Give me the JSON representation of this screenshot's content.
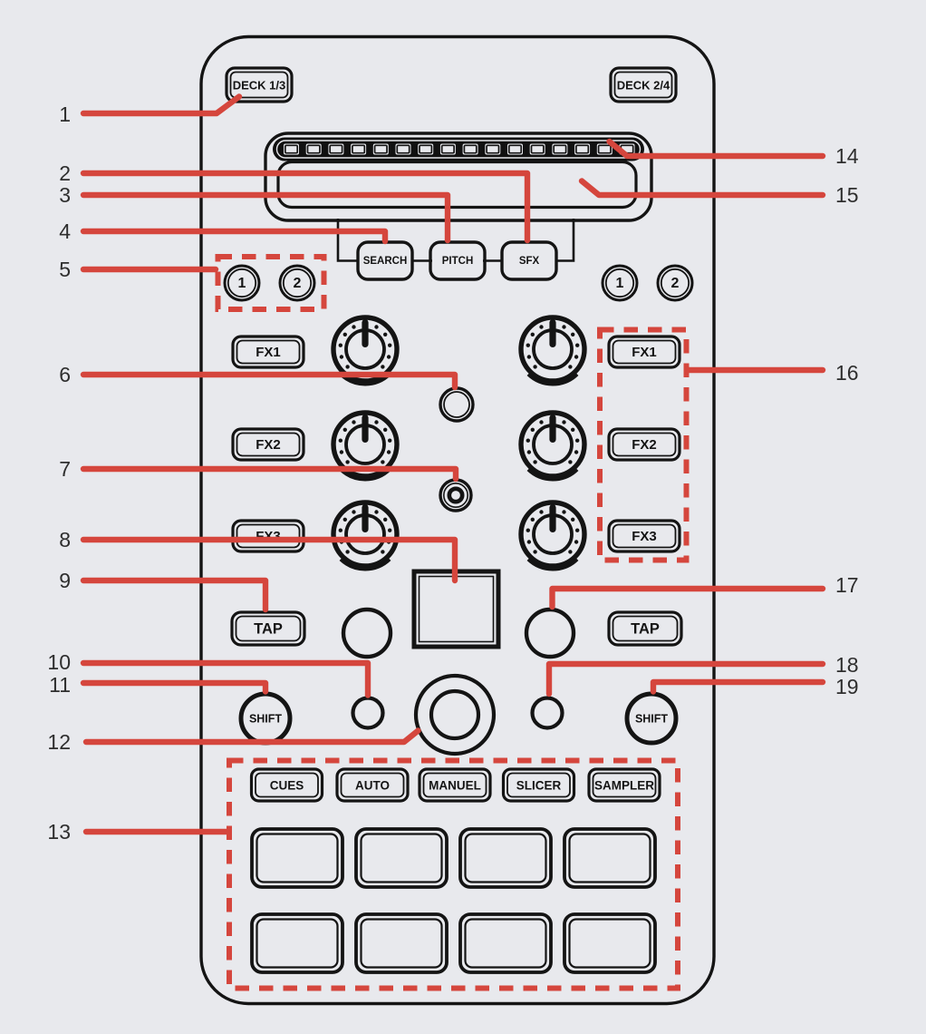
{
  "colors": {
    "background": "#e8e9ed",
    "outline": "#141414",
    "callout_red": "#d5463d",
    "label_text": "#2e2e2e"
  },
  "device": {
    "decks": {
      "left": "DECK 1/3",
      "right": "DECK 2/4"
    },
    "strip_buttons": {
      "search": "SEARCH",
      "pitch": "PITCH",
      "sfx": "SFX"
    },
    "fx_buttons": [
      "FX1",
      "FX2",
      "FX3"
    ],
    "number_buttons": [
      "1",
      "2"
    ],
    "tap_label": "TAP",
    "shift_label": "SHIFT",
    "pad_mode_buttons": [
      "CUES",
      "AUTO",
      "MANUEL",
      "SLICER",
      "SAMPLER"
    ],
    "touch_strip": {
      "led_segments": 16
    },
    "pads": {
      "rows": 2,
      "columns": 4
    }
  },
  "callouts": {
    "left": [
      "1",
      "2",
      "3",
      "4",
      "5",
      "6",
      "7",
      "8",
      "9",
      "10",
      "11",
      "12",
      "13"
    ],
    "right": [
      "14",
      "15",
      "16",
      "17",
      "18",
      "19"
    ]
  }
}
